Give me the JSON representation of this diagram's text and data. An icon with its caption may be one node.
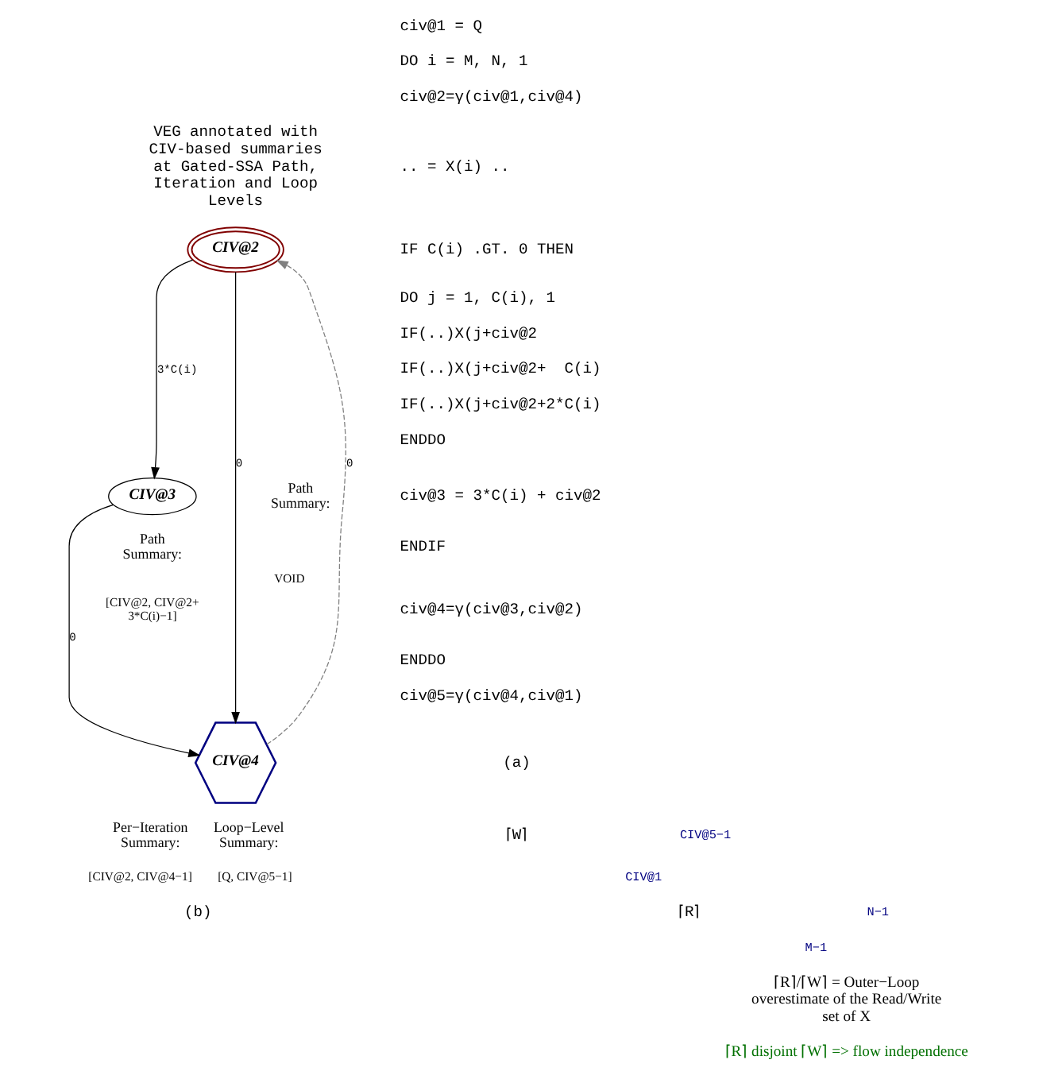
{
  "diagram": {
    "nodes": [
      {
        "text": [
          "CIV@2"
        ]
      },
      {
        "text": [
          "CIV@3"
        ]
      },
      {
        "text": [
          "CIV@4"
        ]
      }
    ],
    "edges": [
      {
        "from": 0,
        "to": 1,
        "arrow": "to",
        "label": "3*C(i)"
      },
      {
        "from": 1,
        "to": 2,
        "arrow": "to",
        "label": "0"
      },
      {
        "from": 2,
        "to": 0,
        "arrow": "to",
        "label": "0",
        "style": "dashed",
        "color": "#808080"
      },
      {
        "from": 0,
        "to": 2,
        "arrow": "to",
        "label": "0"
      }
    ],
    "labels": [
      "civ@1 = Q",
      "DO i = M, N, 1",
      "civ@2=γ(civ@1,civ@4)",
      ".. = X(i) ..",
      "IF C(i) .GT. 0 THEN",
      "DO j = 1, C(i), 1",
      "IF(..)X(j+civ@2",
      "IF(..)X(j+civ@2+  C(i)",
      "IF(..)X(j+civ@2+2*C(i)",
      "ENDDO",
      "civ@3 = 3*C(i) + civ@2",
      "ENDIF",
      "civ@4=γ(civ@3,civ@2)",
      "ENDDO",
      "civ@5=γ(civ@4,civ@1)",
      "(a)",
      "⌈W⌉",
      "CIV@1",
      "CIV@5−1",
      "⌈R⌉",
      "M−1",
      "N−1",
      "⌈R⌉/⌈W⌉ = Outer−Loop overestimate of the Read/Write set of X",
      "⌈R⌉ disjoint ⌈W⌉ => flow independence",
      "VEG annotated with CIV-based summaries at Gated-SSA Path, Iteration and Loop Levels",
      "Path Summary:",
      "[CIV@2, CIV@2+ 3*C(i)−1]",
      "Path Summary:",
      "VOID",
      "Per−Iteration Summary:",
      "[CIV@2, CIV@4−1]",
      "Loop−Level Summary:",
      "[Q, CIV@5−1]",
      "(b)"
    ]
  }
}
